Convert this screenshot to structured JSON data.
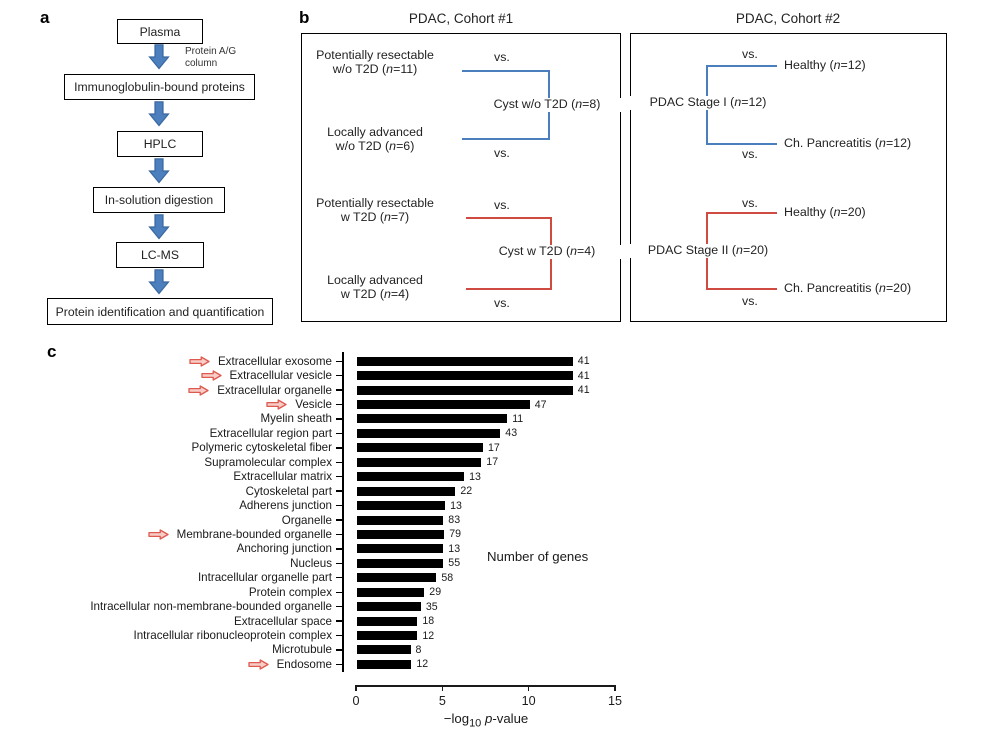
{
  "panel_a": {
    "label": "a",
    "steps": [
      "Plasma",
      "Immunoglobulin-bound proteins",
      "HPLC",
      "In-solution digestion",
      "LC-MS",
      "Protein identification and quantification"
    ],
    "arrow_side_label_line1": "Protein A/G",
    "arrow_side_label_line2": "column",
    "arrow_fill": "#4b7fbe",
    "arrow_stroke": "#3a679f"
  },
  "panel_b": {
    "label": "b",
    "blue": "#4a7ebc",
    "red": "#cf4a41",
    "cohort1": {
      "title": "PDAC, Cohort #1",
      "comparisons": [
        {
          "color": "#4a7ebc",
          "group1_line1": "Potentially resectable",
          "group1_line2": "w/o T2D (*n*=11)",
          "group2_line1": "Locally advanced",
          "group2_line2": "w/o T2D (*n*=6)",
          "reference": "Cyst w/o T2D (*n*=8)",
          "vs_top": "vs.",
          "vs_bottom": "vs."
        },
        {
          "color": "#cf4a41",
          "group1_line1": "Potentially resectable",
          "group1_line2": "w T2D (*n*=7)",
          "group2_line1": "Locally advanced",
          "group2_line2": "w T2D (*n*=4)",
          "reference": "Cyst w T2D (*n*=4)",
          "vs_top": "vs.",
          "vs_bottom": "vs."
        }
      ]
    },
    "cohort2": {
      "title": "PDAC, Cohort #2",
      "comparisons": [
        {
          "color": "#4a7ebc",
          "subject": "PDAC Stage I (*n*=12)",
          "comparator_top": "Healthy (*n*=12)",
          "comparator_bottom": "Ch. Pancreatitis (*n*=12)",
          "vs_top": "vs.",
          "vs_bottom": "vs."
        },
        {
          "color": "#cf4a41",
          "subject": "PDAC Stage II (*n*=20)",
          "comparator_top": "Healthy (*n*=20)",
          "comparator_bottom": "Ch. Pancreatitis (*n*=20)",
          "vs_top": "vs.",
          "vs_bottom": "vs."
        }
      ]
    }
  },
  "panel_c": {
    "label": "c",
    "annotation": "Number of genes"
  },
  "chart_data": {
    "type": "bar",
    "orientation": "horizontal",
    "title": "",
    "xlabel": "−log~10~ *p*-value",
    "ylabel": "",
    "xlim": [
      0,
      15
    ],
    "xticks": [
      0,
      5,
      10,
      15
    ],
    "grid": false,
    "bar_color": "#000000",
    "highlight_arrow_fill": "#f9cdc7",
    "highlight_arrow_stroke": "#dc5a50",
    "annotation": "Number of genes",
    "categories": [
      "Extracellular exosome",
      "Extracellular vesicle",
      "Extracellular organelle",
      "Vesicle",
      "Myelin sheath",
      "Extracellular region part",
      "Polymeric cytoskeletal fiber",
      "Supramolecular complex",
      "Extracellular matrix",
      "Cytoskeletal part",
      "Adherens junction",
      "Organelle",
      "Membrane-bounded organelle",
      "Anchoring junction",
      "Nucleus",
      "Intracellular organelle part",
      "Protein complex",
      "Intracellular non-membrane-bounded organelle",
      "Extracellular space",
      "Intracellular ribonucleoprotein complex",
      "Microtubule",
      "Endosome"
    ],
    "values": [
      12.5,
      12.5,
      12.5,
      10.0,
      8.7,
      8.3,
      7.3,
      7.2,
      6.2,
      5.7,
      5.1,
      5.0,
      5.05,
      5.0,
      5.0,
      4.6,
      3.9,
      3.7,
      3.5,
      3.5,
      3.1,
      3.15
    ],
    "gene_counts": [
      41,
      41,
      41,
      47,
      11,
      43,
      17,
      17,
      13,
      22,
      13,
      83,
      79,
      13,
      55,
      58,
      29,
      35,
      18,
      12,
      8,
      12
    ],
    "highlighted": [
      true,
      true,
      true,
      true,
      false,
      false,
      false,
      false,
      false,
      false,
      false,
      false,
      true,
      false,
      false,
      false,
      false,
      false,
      false,
      false,
      false,
      true
    ]
  }
}
